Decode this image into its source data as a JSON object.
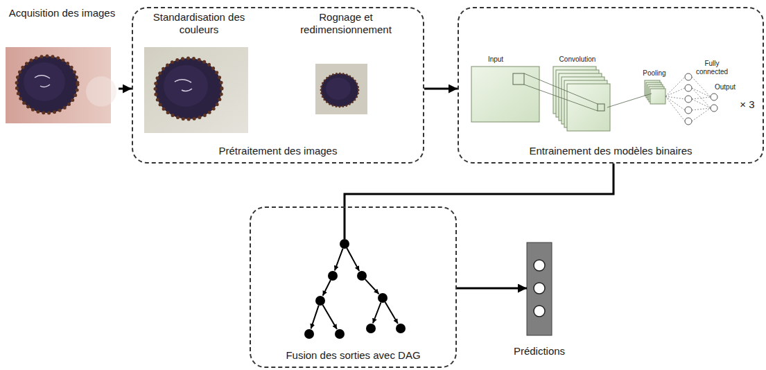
{
  "diagram": {
    "nodes": [
      {
        "text": [
          "Acquisition des images"
        ]
      },
      {
        "text": [
          "Prétraitement des images"
        ]
      },
      {
        "text": [
          "Standardisation des couleurs"
        ],
        "in": 1
      },
      {
        "text": [
          "Rognage et redimensionnement"
        ],
        "in": 1
      },
      {
        "text": [
          "Entrainement des modèles binaires"
        ]
      },
      {
        "text": [
          "Fusion des sorties avec DAG"
        ]
      },
      {
        "text": [
          "Prédictions"
        ]
      }
    ],
    "edges": [
      {
        "from": 0,
        "to": 1,
        "arrow": "to"
      },
      {
        "from": 1,
        "to": 4,
        "arrow": "to"
      },
      {
        "from": 4,
        "to": 5,
        "arrow": "none"
      },
      {
        "from": 5,
        "to": 6,
        "arrow": "to"
      }
    ],
    "labels": [
      "Input",
      "Convolution",
      "Pooling",
      "Fully connected",
      "Output",
      "× 3"
    ]
  }
}
